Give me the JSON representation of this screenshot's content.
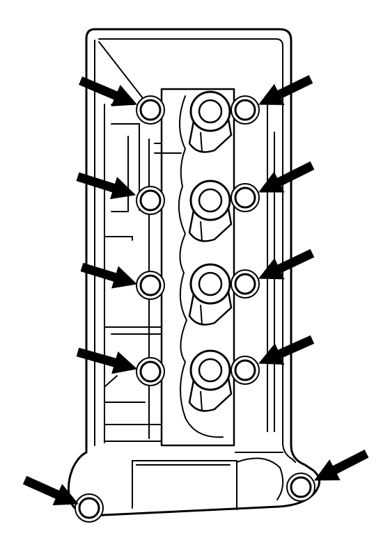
{
  "diagram": {
    "kind": "valve-cover-bolt-locations",
    "ink_color": "#000000",
    "paper_color": "#ffffff",
    "bolt_fill": "#ffffff",
    "bolt_count": 10,
    "arrow_count": 10,
    "coil_count": 4,
    "arrow_icon": "solid-arrow",
    "bolt_icon": "bolt-ring"
  }
}
